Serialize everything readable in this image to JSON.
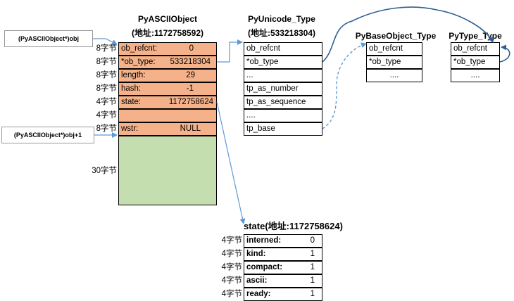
{
  "pointers": [
    {
      "label": "(PyASCIIObject*)obj"
    },
    {
      "label": "(PyASCIIObject*)obj+1"
    }
  ],
  "ascii_object": {
    "title": "PyASCIIObject",
    "address": "(地址:1172758592)",
    "fields": [
      {
        "size": "8字节",
        "name": "ob_refcnt:",
        "value": "0"
      },
      {
        "size": "8字节",
        "name": "*ob_type:",
        "value": "533218304"
      },
      {
        "size": "8字节",
        "name": "length:",
        "value": "29"
      },
      {
        "size": "8字节",
        "name": "hash:",
        "value": "-1"
      },
      {
        "size": "4字节",
        "name": "state:",
        "value": "1172758624"
      },
      {
        "size": "4字节",
        "name": "",
        "value": ""
      },
      {
        "size": "8字节",
        "name": "wstr:",
        "value": "NULL"
      }
    ],
    "data_size": "30字节"
  },
  "unicode_type": {
    "title": "PyUnicode_Type",
    "address": "(地址:533218304)",
    "fields": [
      "ob_refcnt",
      "*ob_type",
      "...",
      "tp_as_number",
      "tp_as_sequence",
      "....",
      "tp_base"
    ]
  },
  "base_object_type": {
    "title": "PyBaseObject_Type",
    "fields": [
      "ob_refcnt",
      "*ob_type",
      "...."
    ]
  },
  "type_type": {
    "title": "PyType_Type",
    "fields": [
      "ob_refcnt",
      "*ob_type",
      "...."
    ]
  },
  "state": {
    "title": "state(地址:1172758624)",
    "fields": [
      {
        "size": "4字节",
        "name": "interned:",
        "value": "0"
      },
      {
        "size": "4字节",
        "name": "kind:",
        "value": "1"
      },
      {
        "size": "4字节",
        "name": "compact:",
        "value": "1"
      },
      {
        "size": "4字节",
        "name": "ascii:",
        "value": "1"
      },
      {
        "size": "4字节",
        "name": "ready:",
        "value": "1"
      }
    ]
  },
  "colors": {
    "field_fill": "#f5b28a",
    "data_fill": "#c5deb0",
    "arrow": "#5b9bd5",
    "connector": "#2e5f94"
  }
}
